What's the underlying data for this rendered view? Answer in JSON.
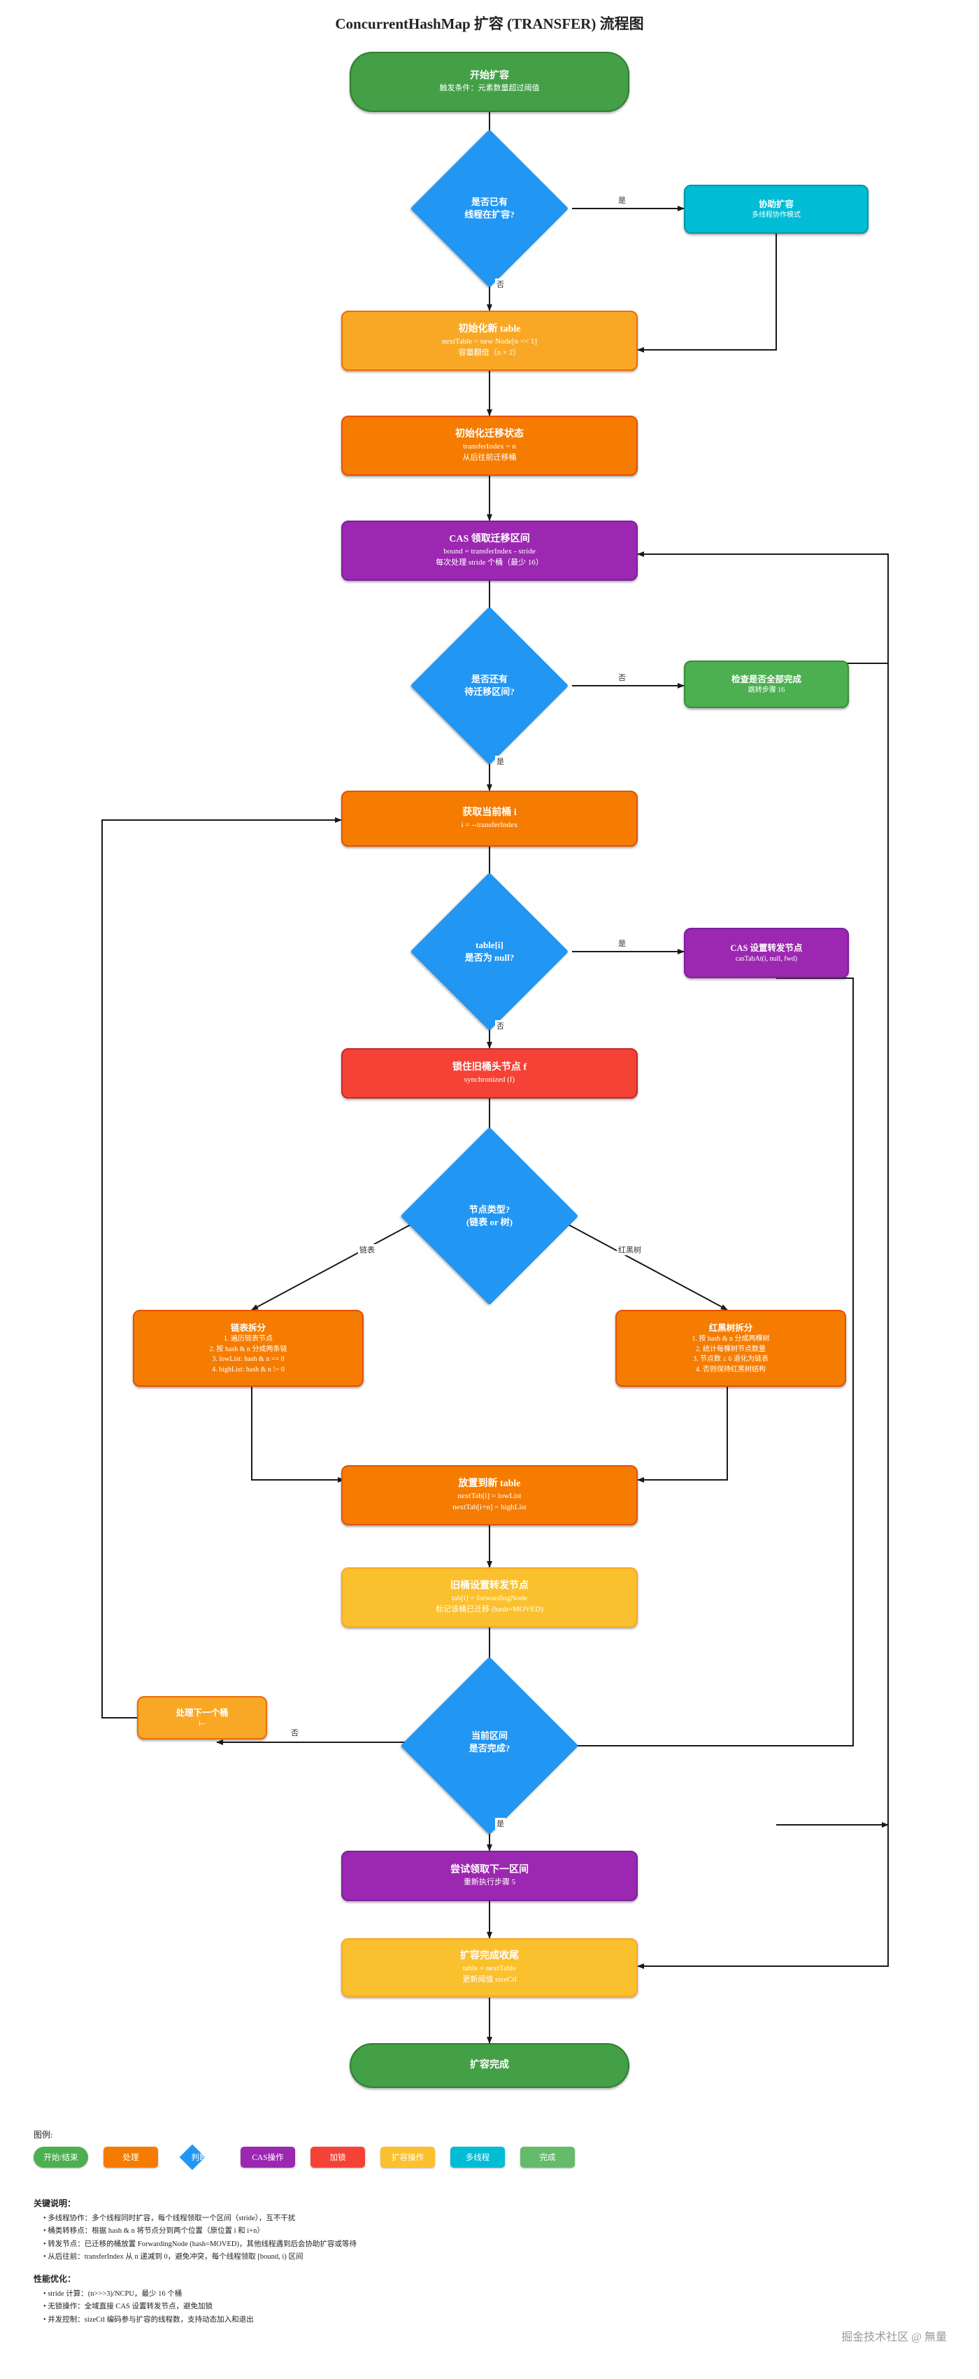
{
  "title": "ConcurrentHashMap 扩容 (TRANSFER) 流程图",
  "nodes": {
    "start": {
      "t1": "开始扩容",
      "t2": "触发条件：元素数量超过阈值"
    },
    "d_hasthread": {
      "t1": "是否已有",
      "t2": "线程在扩容?"
    },
    "assist": {
      "t1": "协助扩容",
      "t2": "多线程协作模式"
    },
    "init_table": {
      "t1": "初始化新 table",
      "t2": "nextTable = new Node[n << 1]",
      "t3": "容量翻倍（n × 2）"
    },
    "init_state": {
      "t1": "初始化迁移状态",
      "t2": "transferIndex = n",
      "t3": "从后往前迁移桶"
    },
    "cas_claim": {
      "t1": "CAS 领取迁移区间",
      "t2": "bound = transferIndex - stride",
      "t3": "每次处理 stride 个桶（最少 16）"
    },
    "d_hasrange": {
      "t1": "是否还有",
      "t2": "待迁移区间?"
    },
    "check_all": {
      "t1": "检查是否全部完成",
      "t2": "跳转步骤 16"
    },
    "get_bucket": {
      "t1": "获取当前桶 i",
      "t2": "i = --transferIndex"
    },
    "d_isnull": {
      "t1": "table[i]",
      "t2": "是否为 null?"
    },
    "cas_fwd": {
      "t1": "CAS 设置转发节点",
      "t2": "casTabAt(i, null, fwd)"
    },
    "lock_head": {
      "t1": "锁住旧桶头节点 f",
      "t2": "synchronized (f)"
    },
    "d_nodetype": {
      "t1": "节点类型?",
      "t2": "(链表 or 树)"
    },
    "split_list": {
      "t1": "链表拆分",
      "lines": [
        "1. 遍历链表节点",
        "2. 按 hash & n 分成两条链",
        "3. lowList: hash & n == 0",
        "4. highList: hash & n != 0"
      ]
    },
    "split_tree": {
      "t1": "红黑树拆分",
      "lines": [
        "1. 按 hash & n 分成两棵树",
        "2. 统计每棵树节点数量",
        "3. 节点数 ≤ 6 退化为链表",
        "4. 否则保持红黑树结构"
      ]
    },
    "place_new": {
      "t1": "放置到新 table",
      "t2": "nextTab[i] = lowList",
      "t3": "nextTab[i+n] = highList"
    },
    "set_fwd": {
      "t1": "旧桶设置转发节点",
      "t2": "tab[i] = forwardingNode",
      "t3": "标记该桶已迁移 (hash=MOVED)"
    },
    "d_rangedone": {
      "t1": "当前区间",
      "t2": "是否完成?"
    },
    "next_bucket": {
      "t1": "处理下一个桶",
      "t2": "i--"
    },
    "try_next": {
      "t1": "尝试领取下一区间",
      "t2": "重新执行步骤 5"
    },
    "finish_clean": {
      "t1": "扩容完成收尾",
      "t2": "table = nextTable",
      "t3": "更新阈值 sizeCtl"
    },
    "done": {
      "t1": "扩容完成"
    }
  },
  "edge_labels": {
    "yes": "是",
    "no": "否",
    "list": "链表",
    "tree": "红黑树"
  },
  "legend": {
    "title": "图例:",
    "items": [
      {
        "label": "开始/结束",
        "color": "#4caf50",
        "shape": "stadium"
      },
      {
        "label": "处理",
        "color": "#f57c00",
        "shape": "rect"
      },
      {
        "label": "判断",
        "color": "#2196f3",
        "shape": "diamond"
      },
      {
        "label": "CAS操作",
        "color": "#9c27b0",
        "shape": "rect"
      },
      {
        "label": "加锁",
        "color": "#f44336",
        "shape": "rect"
      },
      {
        "label": "扩容操作",
        "color": "#fbc02d",
        "shape": "rect"
      },
      {
        "label": "多线程",
        "color": "#00bcd4",
        "shape": "rect"
      },
      {
        "label": "完成",
        "color": "#66bb6a",
        "shape": "rect"
      }
    ]
  },
  "notes": {
    "key_points": {
      "heading": "关键说明：",
      "items": [
        "多线程协作：多个线程同时扩容，每个线程领取一个区间（stride），互不干扰",
        "桶类转移点：根据 hash & n 将节点分到两个位置（原位置 i 和 i+n）",
        "转发节点：已迁移的桶放置 ForwardingNode (hash=MOVED)，其他线程遇到后会协助扩容或等待",
        "从后往前：transferIndex 从 n 递减到 0，避免冲突，每个线程领取 [bound, i) 区间"
      ]
    },
    "performance": {
      "heading": "性能优化：",
      "items": [
        "stride 计算：(n>>>3)/NCPU，最少 16 个桶",
        "无锁操作：全域直接 CAS 设置转发节点，避免加锁",
        "并发控制：sizeCtl 编码参与扩容的线程数，支持动态加入和退出"
      ]
    }
  },
  "watermark": "掘金技术社区 @ 無量"
}
